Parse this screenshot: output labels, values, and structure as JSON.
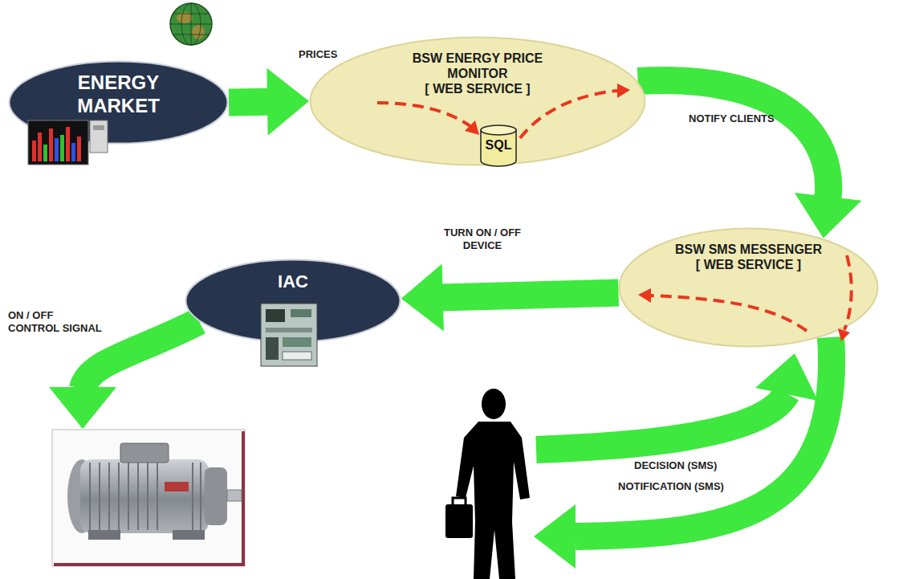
{
  "diagram": {
    "nodes": [
      {
        "text": [
          "ENERGY MARKET"
        ]
      },
      {
        "text": [
          "BSW ENERGY PRICE MONITOR",
          "[ WEB SERVICE ]"
        ]
      },
      {
        "text": [
          "SQL"
        ],
        "in": 1
      },
      {
        "text": [
          "BSW SMS MESSENGER",
          "[ WEB SERVICE ]"
        ]
      },
      {
        "text": [
          "IAC"
        ]
      }
    ],
    "edges": [
      {
        "from": 0,
        "to": 1,
        "label": "PRICES",
        "arrow": "to"
      },
      {
        "from": 1,
        "to": 3,
        "label": "NOTIFY CLIENTS",
        "arrow": "to"
      },
      {
        "from": 3,
        "to": 4,
        "label": "TURN ON / OFF DEVICE",
        "arrow": "to"
      }
    ],
    "labels": [
      "ON / OFF CONTROL SIGNAL",
      "DECISION (SMS)",
      "NOTIFICATION (SMS)"
    ]
  }
}
